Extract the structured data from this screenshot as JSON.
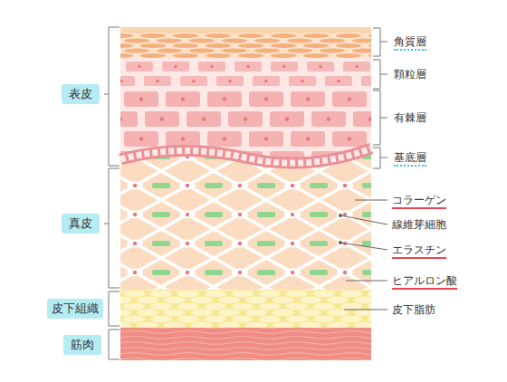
{
  "diagram": {
    "nodes": [
      {
        "text": [
          "表皮"
        ]
      },
      {
        "text": [
          "真皮"
        ]
      },
      {
        "text": [
          "皮下組織"
        ]
      },
      {
        "text": [
          "筋肉"
        ]
      }
    ],
    "labels": [
      "角質層",
      "顆粒層",
      "有棘層",
      "基底層",
      "コラーゲン",
      "線維芽細胞",
      "エラスチン",
      "ヒアルロン酸",
      "皮下脂肪"
    ]
  }
}
